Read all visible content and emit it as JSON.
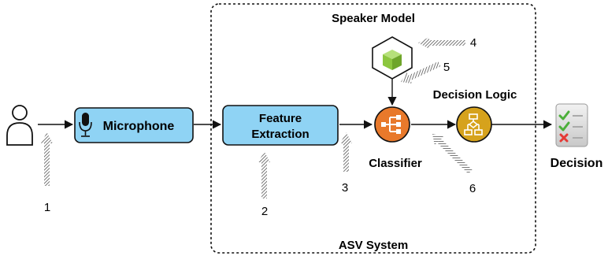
{
  "diagram": {
    "speaker_model_label": "Speaker Model",
    "asv_system_label": "ASV System",
    "microphone_label": "Microphone",
    "feature_extraction_label_line1": "Feature",
    "feature_extraction_label_line2": "Extraction",
    "classifier_label": "Classifier",
    "decision_logic_label": "Decision Logic",
    "decision_label": "Decision",
    "attack_points": [
      "1",
      "2",
      "3",
      "4",
      "5",
      "6"
    ],
    "colors": {
      "box_fill": "#8fd3f4",
      "classifier_orange": "#e8792b",
      "decision_logic_gold": "#d6a21c",
      "model_green": "#8cc63f",
      "check_green": "#4caf3a",
      "cross_red": "#e53935"
    },
    "icons": [
      "person-icon",
      "microphone-icon",
      "cube-icon",
      "network-icon",
      "flowchart-icon",
      "checklist-icon"
    ]
  }
}
